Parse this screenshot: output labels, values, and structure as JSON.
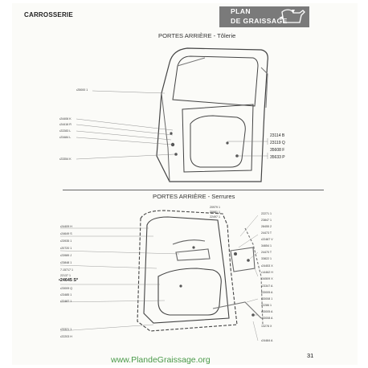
{
  "header": {
    "section": "CARROSSERIE",
    "logo_line1": "PLAN",
    "logo_line2": "DE GRAISSAGE",
    "logo_icon": "oil-can-icon"
  },
  "panel1": {
    "title": "PORTES ARRIÈRE - Tôlerie",
    "left_labels": [
      "•25000 1",
      "•24406 K",
      "•24416 R",
      "•22283 L",
      "•23484 L",
      "•23354 K"
    ],
    "right_labels": [
      "23114 B",
      "23119 Q",
      "35608 F",
      "35633 P"
    ]
  },
  "panel2": {
    "title": "PORTES ARRIÈRE - Serrures",
    "top_labels": [
      "20979 1",
      "20981 1",
      "22497 1"
    ],
    "left_labels": [
      "•24409 H",
      "•24649 S",
      "•23935 1",
      "•20720 1",
      "•23989 J",
      "•23848 1",
      "7.15717 1",
      "22137 1",
      "•24645 S*",
      "•23009 Q",
      "•23485 1",
      "•22487 1",
      "•23321 1",
      "•22203 H"
    ],
    "right_labels": [
      "22271 1",
      "23847 1",
      "28455 2",
      "24473 T",
      "•22487 V",
      "34654 1",
      "24470 T",
      "33822 1",
      "•24453 X",
      "•14462 H",
      "•34509 X",
      "•23347 A",
      "•33005 A",
      "•33008 1",
      "22286 1",
      "•33005 A",
      "•33008 A",
      "13278 X",
      "•24484 A"
    ]
  },
  "footer": {
    "page_number": "31",
    "watermark": "www.PlandeGraissage.org"
  }
}
